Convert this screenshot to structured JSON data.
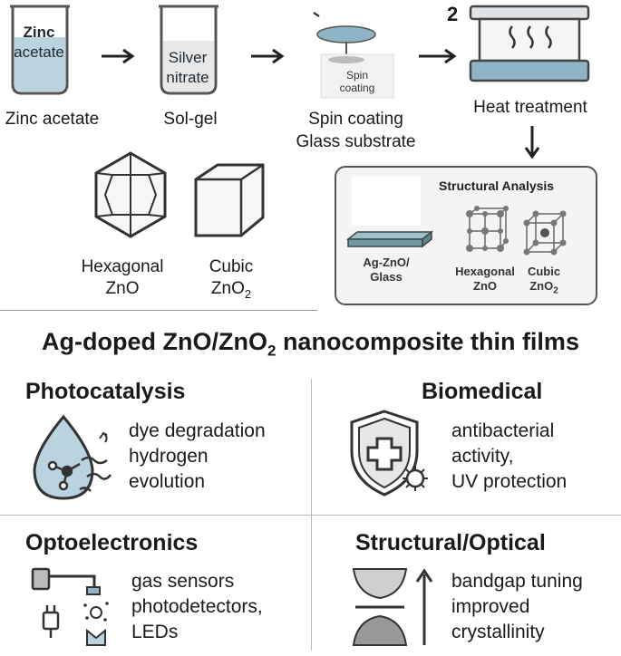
{
  "process": {
    "beaker1": {
      "line1": "Zinc",
      "line2": "acetate",
      "label": "Zinc acetate"
    },
    "beaker2": {
      "line1": "Silver",
      "line2": "nitrate",
      "label": "Sol-gel"
    },
    "spin": {
      "line1": "Spin",
      "line2": "coating",
      "label_line1": "Spin coating",
      "label_line2": "Glass substrate"
    },
    "heat": {
      "step": "2",
      "label": "Heat treatment"
    }
  },
  "crystals": {
    "hexagonal": {
      "line1": "Hexagonal",
      "line2": "ZnO"
    },
    "cubic": {
      "line1": "Cubic",
      "line2": "ZnO",
      "sub": "2"
    }
  },
  "structural_analysis": {
    "title": "Structural Analysis",
    "film_line1": "Ag-ZnO/",
    "film_line2": "Glass",
    "hex_line1": "Hexagonal",
    "hex_line2": "ZnO",
    "cubic_line1": "Cubic",
    "cubic_line2": "ZnO",
    "cubic_sub": "2"
  },
  "main_title": {
    "prefix": "Ag-doped ZnO/ZnO",
    "sub": "2",
    "suffix": " nanocomposite thin films"
  },
  "applications": {
    "photocatalysis": {
      "title": "Photocatalysis",
      "lines": [
        "dye degradation",
        "hydrogen",
        "evolution"
      ]
    },
    "biomedical": {
      "title": "Biomedical",
      "lines": [
        "antibacterial",
        "activity,",
        "UV protection"
      ]
    },
    "optoelectronics": {
      "title": "Optoelectronics",
      "lines": [
        "gas sensors",
        "photodetectors,",
        "LEDs"
      ]
    },
    "structural_optical": {
      "title": "Structural/Optical",
      "lines": [
        "bandgap tuning",
        "improved",
        "crystallinity"
      ]
    }
  },
  "colors": {
    "liquid": "#b9d3df",
    "accent": "#8fb4c6",
    "line": "#333333"
  }
}
